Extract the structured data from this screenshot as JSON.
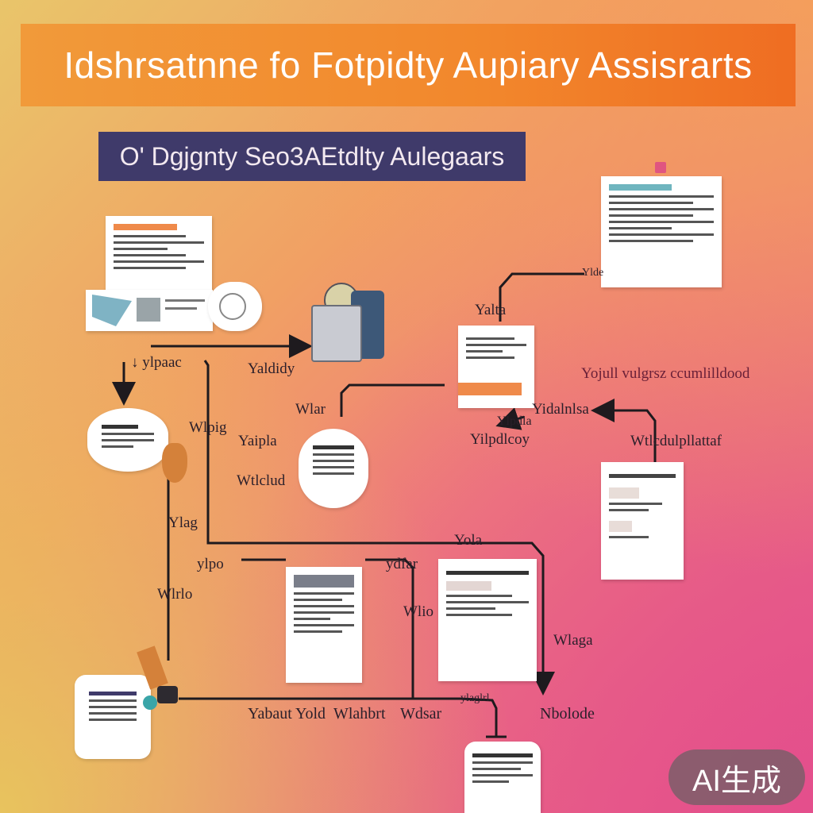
{
  "header": {
    "title": "Idshrsatnne fo Fotpidty Aupiary Assisrarts",
    "subtitle": "O' Dgjgnty Seo3AEtdlty Aulegaars"
  },
  "labels": {
    "l1": "↓ ylpaac",
    "l2": "Yaldidy",
    "l3": "Wlpig",
    "l4": "Yaipla",
    "l5": "Wtlclud",
    "l6": "Ylag",
    "l7": "Wlrlo",
    "l8": "ylpo",
    "l9": "ydfar",
    "l10": "Wlar",
    "l11": "Yidalnlsa",
    "l12": "Yilpdlcoy",
    "l13": "Yalta",
    "l14": "Ylde",
    "l15": "Yola",
    "l16": "ylaglrl",
    "l17": "Yabaut",
    "l18": "Wlio",
    "l19": "Wlaga",
    "l20": "Yold",
    "l21": "Wlahbrt",
    "l22": "Wdsar",
    "l23": "Nbolode",
    "l24": "Ylpdla",
    "l25": "Wtlcdulpllattaf",
    "l26": "Yojull vulgrsz ccumlilldood"
  },
  "colors": {
    "title_bg": "#f2872c",
    "subtitle_bg": "#3f3a6a",
    "wire": "#1e1a1e"
  },
  "badge": {
    "text": "AI生成"
  }
}
